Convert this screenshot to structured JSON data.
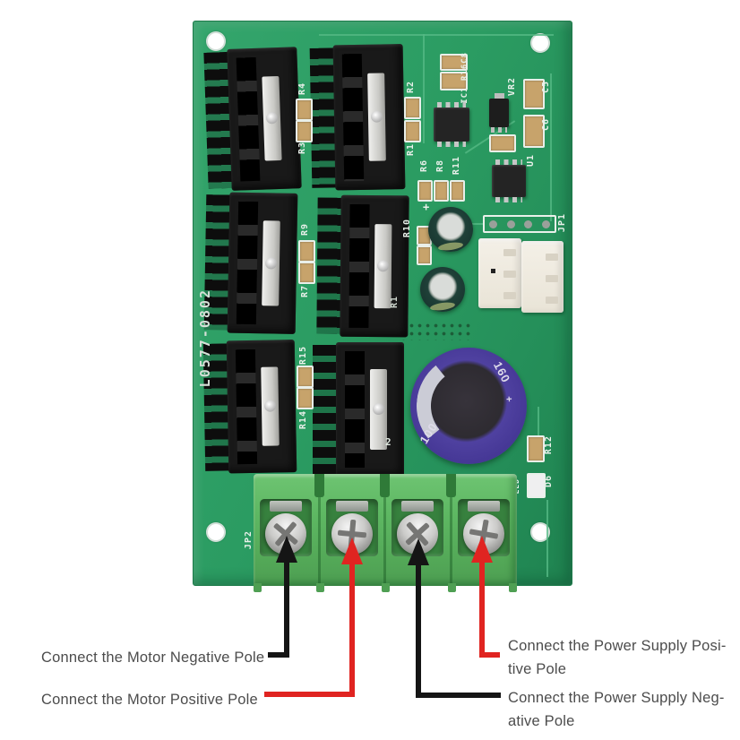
{
  "board": {
    "model": "L0577-0802",
    "silkscreen": {
      "ic1_r16c8": "IC1 R16C8",
      "vr2": "VR2",
      "c5": "C5",
      "c6": "C6",
      "u1": "U1",
      "r1": "R1",
      "r2": "R2",
      "r3": "R3",
      "r4": "R4",
      "r6": "R6",
      "r7": "R7",
      "r8": "R8",
      "r9": "R9",
      "r10": "R10",
      "r11": "R11",
      "r12": "R12",
      "r1b": "R1",
      "r14": "R14",
      "r15": "R15",
      "jp1": "JP1",
      "jp2": "JP2",
      "d6": "D6",
      "led": "LED",
      "plus": "+",
      "pos2": "2"
    },
    "big_capacitor": {
      "marking_voltage": "160",
      "marking_value": "100",
      "marking_polarity": "+"
    }
  },
  "annotations": {
    "motor_negative": {
      "label": "Connect the Motor Negative Pole",
      "wire_color": "#151515"
    },
    "motor_positive": {
      "label": "Connect the Motor Positive Pole",
      "wire_color": "#e02421"
    },
    "power_positive": {
      "lines": [
        "Connect the Power Supply Posi-",
        "tive Pole"
      ],
      "wire_color": "#e02421"
    },
    "power_negative": {
      "lines": [
        "Connect the Power Supply Neg-",
        "ative Pole"
      ],
      "wire_color": "#151515"
    }
  },
  "colors": {
    "background": "#ffffff",
    "pcb_green": "#2b9c62",
    "terminal_green": "#5cb562",
    "heatsink_black": "#171717",
    "capacitor_purple": "#473a92",
    "annotation_text": "#4c4c4c",
    "arrow_red": "#e02421",
    "arrow_black": "#151515"
  }
}
